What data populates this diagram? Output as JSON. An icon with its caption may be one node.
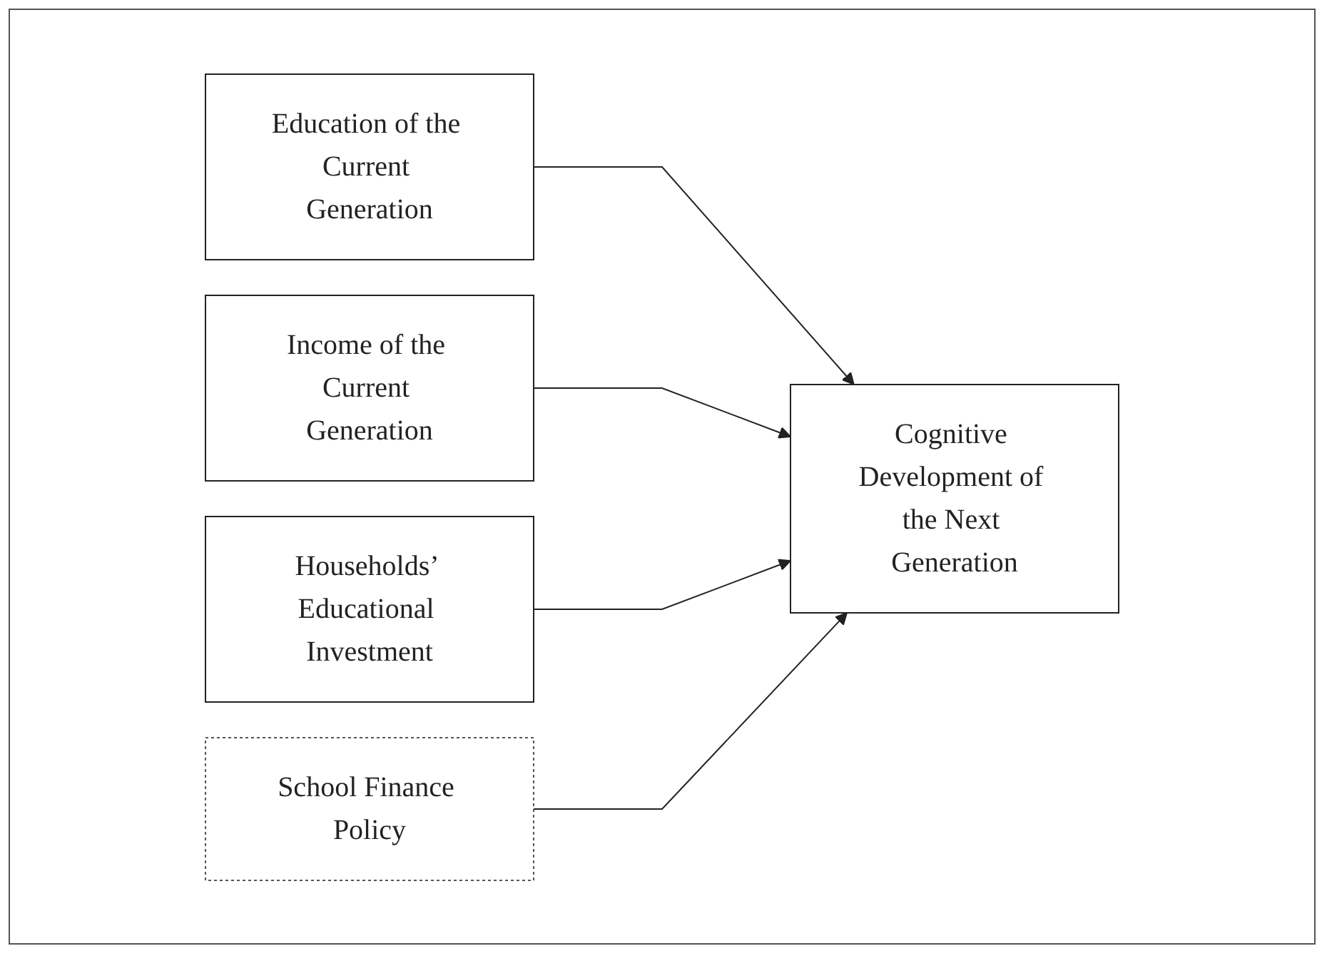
{
  "diagram": {
    "nodes": [
      {
        "text": [
          "Education of the Current Generation"
        ]
      },
      {
        "text": [
          "Income of the Current Generation"
        ]
      },
      {
        "text": [
          "Households’ Educational Investment"
        ]
      },
      {
        "text": [
          "School Finance Policy"
        ]
      },
      {
        "text": [
          "Cognitive Development of the Next Generation"
        ]
      }
    ],
    "edges": [
      {
        "from": 0,
        "to": 4,
        "arrow": "to"
      },
      {
        "from": 1,
        "to": 4,
        "arrow": "to"
      },
      {
        "from": 2,
        "to": 4,
        "arrow": "to"
      },
      {
        "from": 3,
        "to": 4,
        "arrow": "to"
      }
    ]
  }
}
